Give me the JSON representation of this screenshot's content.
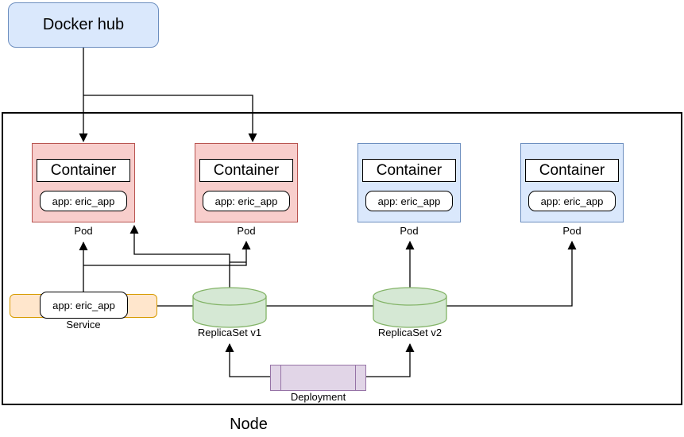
{
  "palette": {
    "red_fill": "#f8cecc",
    "red_stroke": "#b85450",
    "blue_fill": "#dae8fc",
    "blue_stroke": "#6c8ebf",
    "green_fill": "#d5e8d4",
    "green_stroke": "#82b366",
    "orange_fill": "#ffe6cc",
    "orange_stroke": "#d79b00",
    "purple_fill": "#e1d5e7",
    "purple_stroke": "#9673a6",
    "edge": "#000000"
  },
  "docker_hub": {
    "label": "Docker hub"
  },
  "node": {
    "label": "Node"
  },
  "pods": [
    {
      "container_label": "Container",
      "app_label": "app: eric_app",
      "caption": "Pod",
      "theme": "red"
    },
    {
      "container_label": "Container",
      "app_label": "app: eric_app",
      "caption": "Pod",
      "theme": "red"
    },
    {
      "container_label": "Container",
      "app_label": "app: eric_app",
      "caption": "Pod",
      "theme": "blue"
    },
    {
      "container_label": "Container",
      "app_label": "app: eric_app",
      "caption": "Pod",
      "theme": "blue"
    }
  ],
  "service": {
    "app_label": "app: eric_app",
    "caption": "Service"
  },
  "replicasets": [
    {
      "caption": "ReplicaSet v1"
    },
    {
      "caption": "ReplicaSet v2"
    }
  ],
  "deployment": {
    "caption": "Deployment"
  }
}
